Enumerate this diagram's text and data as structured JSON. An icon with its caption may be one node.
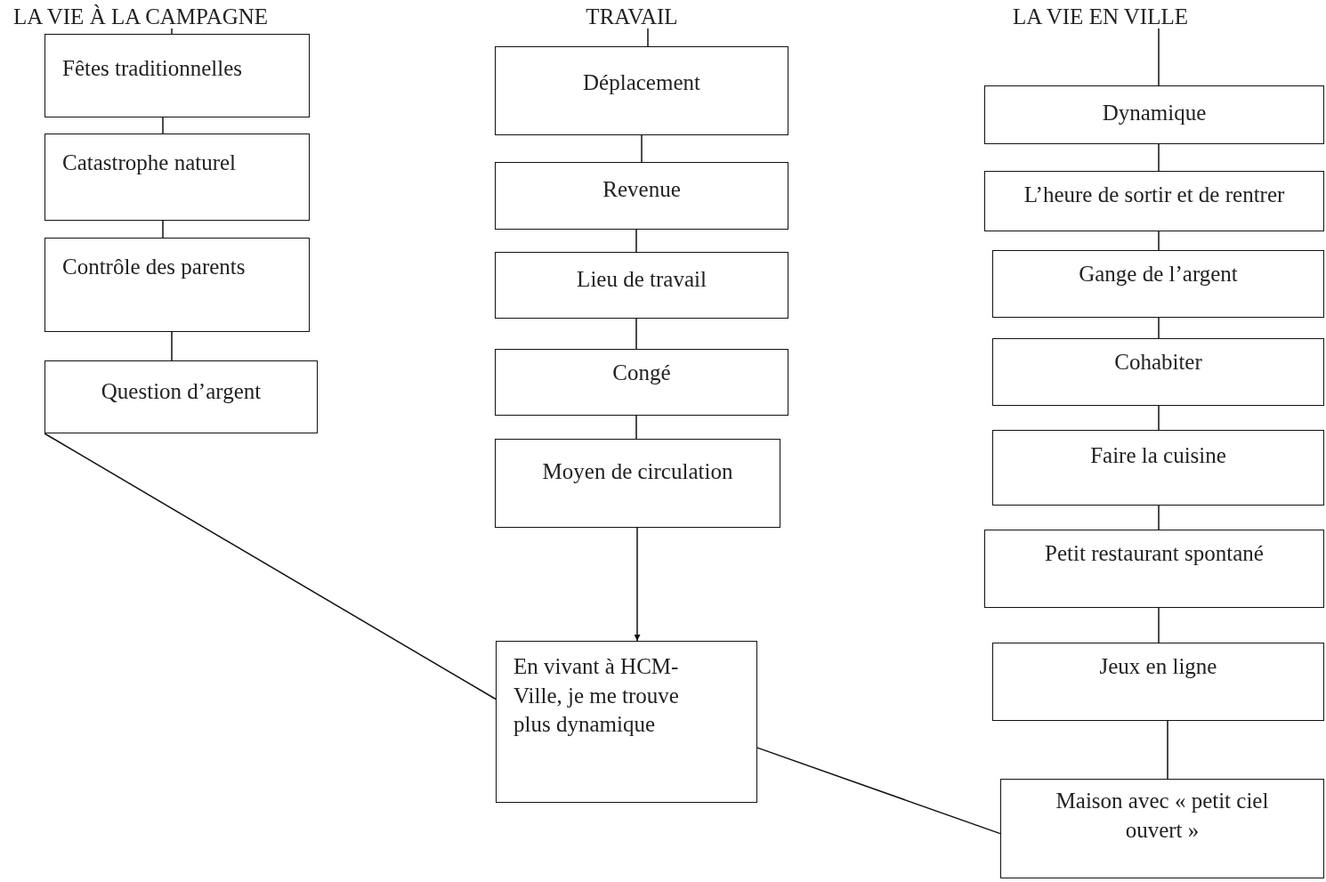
{
  "diagram": {
    "nodes": [
      {
        "text": [
          "LA VIE À LA CAMPAGNE"
        ]
      },
      {
        "text": [
          "TRAVAIL"
        ]
      },
      {
        "text": [
          "LA VIE EN VILLE"
        ]
      },
      {
        "text": [
          "Fêtes traditionnelles"
        ]
      },
      {
        "text": [
          "Catastrophe naturel"
        ]
      },
      {
        "text": [
          "Contrôle des parents"
        ]
      },
      {
        "text": [
          "Question d’argent"
        ]
      },
      {
        "text": [
          "Déplacement"
        ]
      },
      {
        "text": [
          "Revenue"
        ]
      },
      {
        "text": [
          "Lieu de travail"
        ]
      },
      {
        "text": [
          "Congé"
        ]
      },
      {
        "text": [
          "Moyen de circulation"
        ]
      },
      {
        "text": [
          "Dynamique"
        ]
      },
      {
        "text": [
          "L’heure de sortir et de rentrer"
        ]
      },
      {
        "text": [
          "Gange de l’argent"
        ]
      },
      {
        "text": [
          "Cohabiter"
        ]
      },
      {
        "text": [
          "Faire la cuisine"
        ]
      },
      {
        "text": [
          "Petit restaurant spontané"
        ]
      },
      {
        "text": [
          "Jeux en ligne"
        ]
      },
      {
        "text": [
          "En vivant à HCM-Ville, je me trouve plus dynamique"
        ]
      },
      {
        "text": [
          "Maison avec « petit ciel ouvert »"
        ]
      }
    ],
    "edges": [
      {
        "from": 0,
        "to": 3,
        "arrow": "none"
      },
      {
        "from": 3,
        "to": 4,
        "arrow": "none"
      },
      {
        "from": 4,
        "to": 5,
        "arrow": "none"
      },
      {
        "from": 5,
        "to": 6,
        "arrow": "none"
      },
      {
        "from": 1,
        "to": 7,
        "arrow": "none"
      },
      {
        "from": 7,
        "to": 8,
        "arrow": "none"
      },
      {
        "from": 8,
        "to": 9,
        "arrow": "none"
      },
      {
        "from": 9,
        "to": 10,
        "arrow": "none"
      },
      {
        "from": 10,
        "to": 11,
        "arrow": "none"
      },
      {
        "from": 11,
        "to": 19,
        "arrow": "to"
      },
      {
        "from": 2,
        "to": 12,
        "arrow": "none"
      },
      {
        "from": 12,
        "to": 13,
        "arrow": "none"
      },
      {
        "from": 13,
        "to": 14,
        "arrow": "none"
      },
      {
        "from": 14,
        "to": 15,
        "arrow": "none"
      },
      {
        "from": 15,
        "to": 16,
        "arrow": "none"
      },
      {
        "from": 16,
        "to": 17,
        "arrow": "none"
      },
      {
        "from": 17,
        "to": 18,
        "arrow": "none"
      },
      {
        "from": 18,
        "to": 20,
        "arrow": "none"
      },
      {
        "from": 6,
        "to": 19,
        "arrow": "none"
      },
      {
        "from": 19,
        "to": 20,
        "arrow": "none"
      }
    ]
  }
}
